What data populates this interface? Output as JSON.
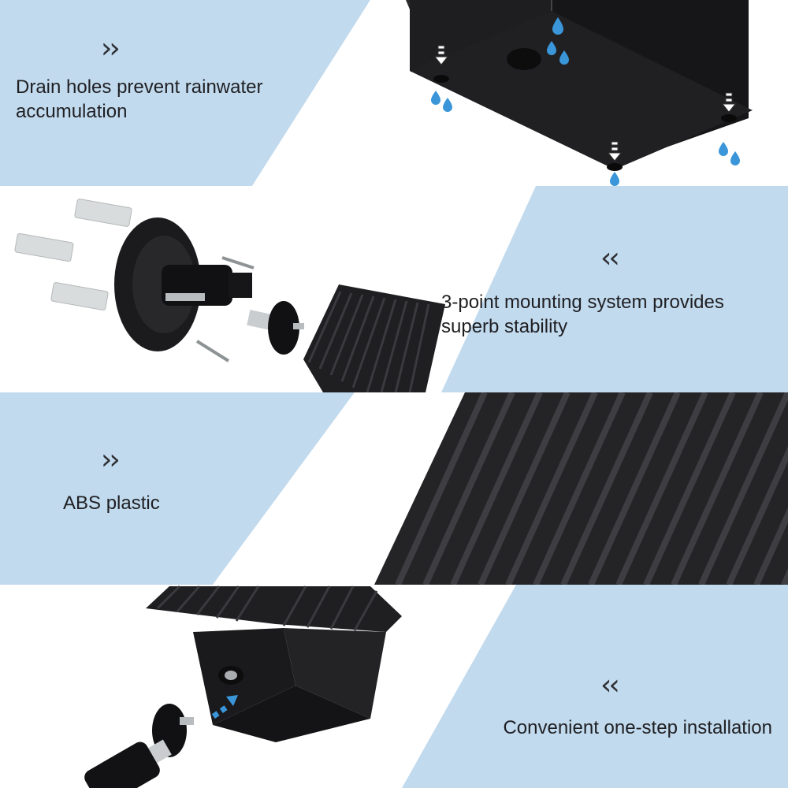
{
  "colors": {
    "band_blue": "#c1daee",
    "product_black": "#1c1c1e",
    "water_drop": "#3a96d9"
  },
  "sections": [
    {
      "caption": "Drain holes prevent rainwater accumulation",
      "icon": "chevron-double-right-icon"
    },
    {
      "caption": "3-point mounting system provides superb stability",
      "icon": "chevron-double-left-icon"
    },
    {
      "caption": "ABS plastic",
      "icon": "chevron-double-right-icon"
    },
    {
      "caption": "Convenient one-step installation",
      "icon": "chevron-double-left-icon"
    }
  ]
}
